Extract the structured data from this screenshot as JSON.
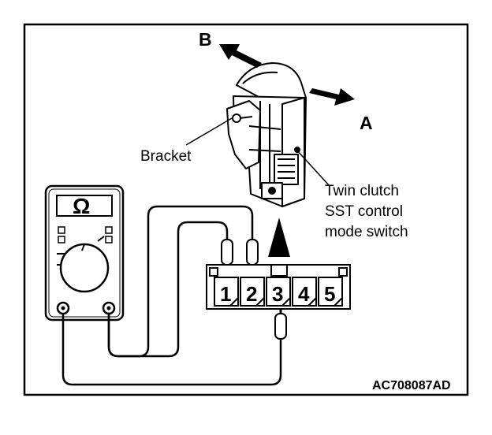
{
  "labels": {
    "direction_b": "B",
    "direction_a": "A",
    "bracket": "Bracket",
    "switch_name_line1": "Twin clutch",
    "switch_name_line2": "SST control",
    "switch_name_line3": "mode switch",
    "figure_code": "AC708087AD"
  },
  "meter": {
    "display_symbol": "Ω"
  },
  "connector": {
    "pins": [
      "1",
      "2",
      "3",
      "4",
      "5"
    ]
  }
}
